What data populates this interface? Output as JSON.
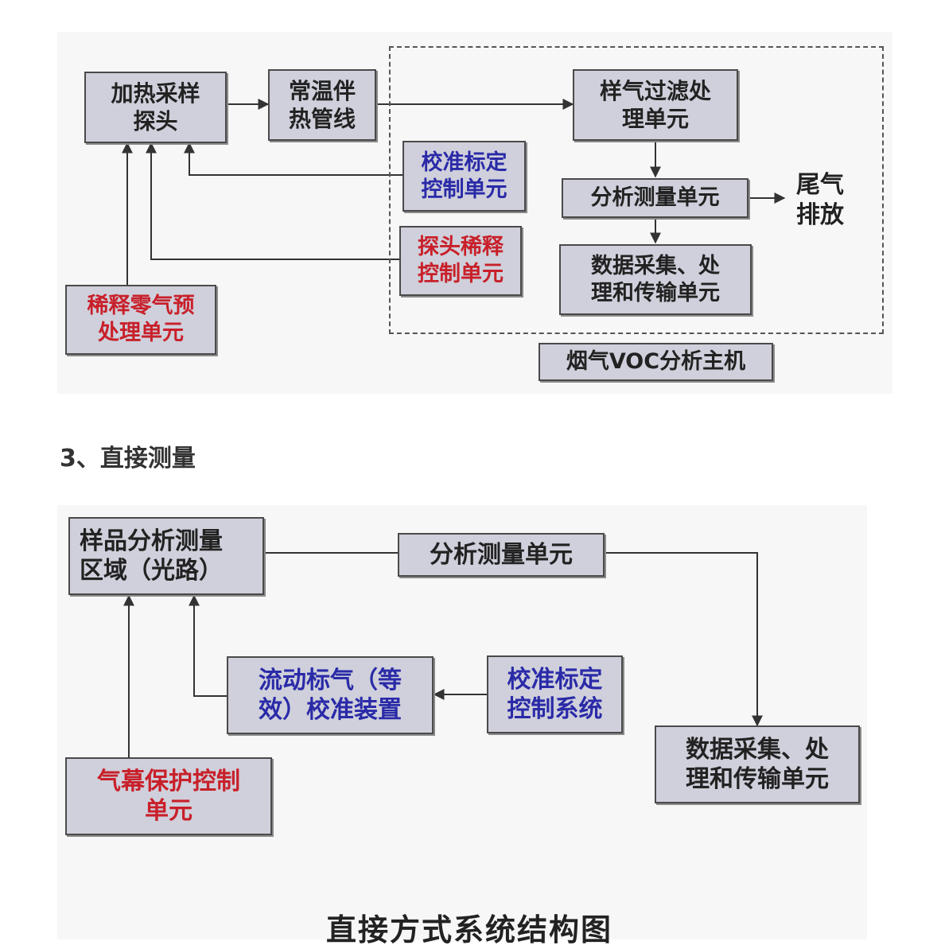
{
  "diagram1": {
    "probe": "加热采样\n探头",
    "pipe": "常温伴\n热管线",
    "filter": "样气过滤处\n理单元",
    "calibration": "校准标定\n控制单元",
    "analysis": "分析测量单元",
    "exhaust": "尾气\n排放",
    "dilution_control": "探头稀释\n控制单元",
    "data_unit": "数据采集、处\n理和传输单元",
    "dilution_gas": "稀释零气预\n处理单元",
    "host": "烟气VOC分析主机"
  },
  "section_heading": "3、直接测量",
  "diagram2": {
    "sample_area": "样品分析测量\n区域（光路）",
    "analysis": "分析测量单元",
    "flow_calib": "流动标气（等\n效）校准装置",
    "calib_system": "校准标定\n控制系统",
    "curtain": "气幕保护控制\n单元",
    "data_unit": "数据采集、处\n理和传输单元"
  },
  "caption": "直接方式系统结构图",
  "colors": {
    "box_fill": "#cfd0db",
    "blue_text": "#2a2aa8",
    "red_text": "#c8202a"
  }
}
